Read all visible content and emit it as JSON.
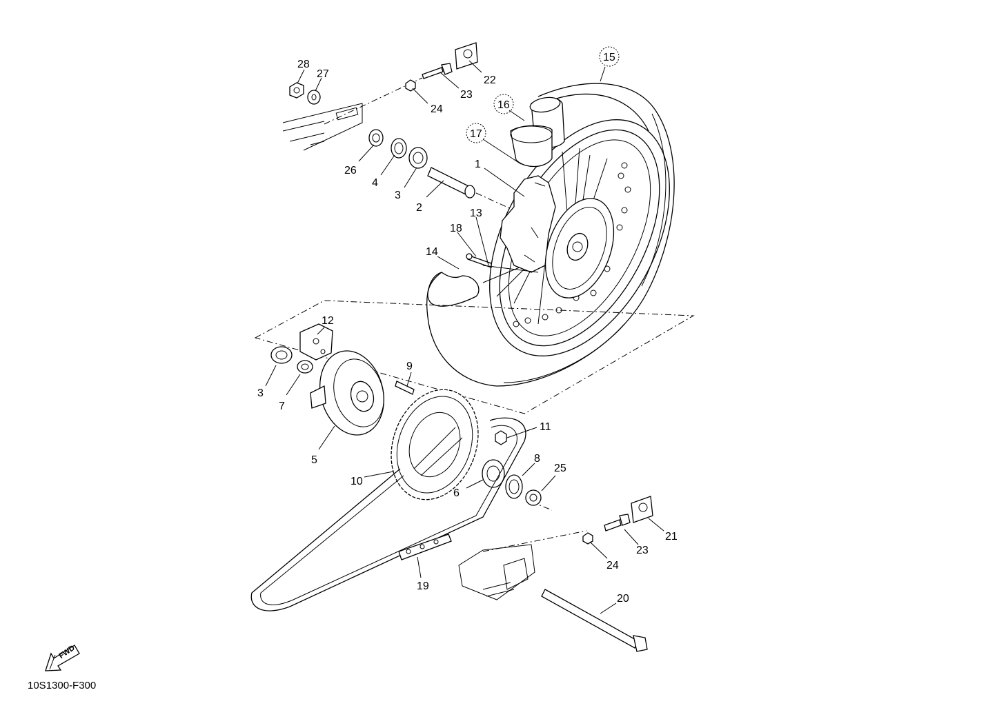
{
  "diagram": {
    "code": "10S1300-F300",
    "direction_label": "FWD",
    "callouts": {
      "p1": "1",
      "p2": "2",
      "p3a": "3",
      "p3b": "3",
      "p4": "4",
      "p5": "5",
      "p6": "6",
      "p7": "7",
      "p8": "8",
      "p9": "9",
      "p10": "10",
      "p11": "11",
      "p12": "12",
      "p13": "13",
      "p14": "14",
      "p15": "15",
      "p16": "16",
      "p17": "17",
      "p18": "18",
      "p19": "19",
      "p20": "20",
      "p21": "21",
      "p22": "22",
      "p23a": "23",
      "p23b": "23",
      "p24a": "24",
      "p24b": "24",
      "p25": "25",
      "p26": "26",
      "p27": "27",
      "p28": "28"
    },
    "icons": [
      "fwd-arrow-icon"
    ]
  }
}
